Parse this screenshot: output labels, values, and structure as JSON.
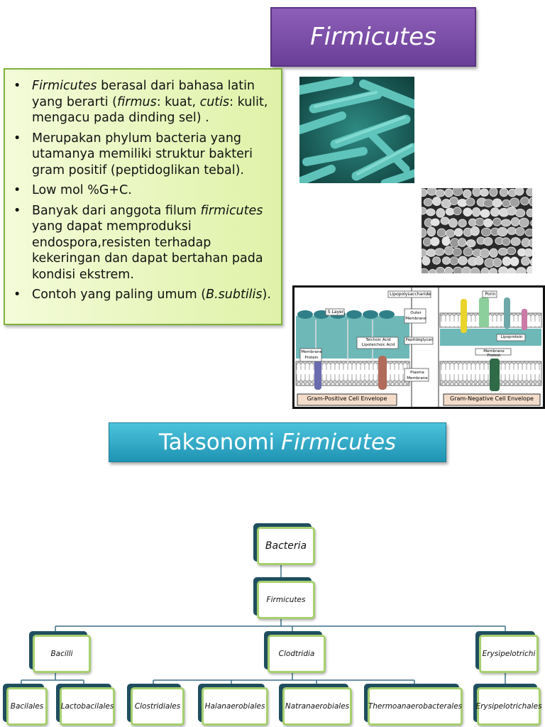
{
  "title": "Firmicutes",
  "bullets": [
    {
      "parts": [
        [
          "Firmicutes",
          true
        ],
        [
          " berasal dari bahasa latin yang berarti (",
          false
        ],
        [
          "firmus",
          true
        ],
        [
          ": kuat, ",
          false
        ],
        [
          "cutis",
          true
        ],
        [
          ": kulit,  mengacu pada dinding sel) .",
          false
        ]
      ]
    },
    {
      "parts": [
        [
          "Merupakan phylum bacteria yang utamanya memiliki struktur bakteri gram positif (peptidoglikan tebal).",
          false
        ]
      ]
    },
    {
      "parts": [
        [
          "Low mol %G+C.",
          false
        ]
      ]
    },
    {
      "parts": [
        [
          "Banyak dari anggota filum ",
          false
        ],
        [
          "firmicutes",
          true
        ],
        [
          " yang dapat memproduksi endospora,resisten terhadap kekeringan dan dapat bertahan pada kondisi ekstrem.",
          false
        ]
      ]
    },
    {
      "parts": [
        [
          "Contoh yang paling umum (",
          false
        ],
        [
          "B.subtilis",
          true
        ],
        [
          ").",
          false
        ]
      ]
    }
  ],
  "diagram": {
    "labels": {
      "lipopolysaccharide": "Lipopolysaccharide",
      "porin": "Porin",
      "s_layer": "S Layer",
      "teichoic": "Teichoic Acid",
      "lipoteichoic": "Lipoteichoic Acid",
      "outer_membrane": "Outer Membrane",
      "peptidoglycan": "Peptidoglycan",
      "lipoprotein": "Lipoprotein",
      "membrane_protein_left": "Membrane Protein",
      "membrane_protein_right": "Membrane Protein",
      "plasma_membrane": "Plasma Membrane",
      "gram_positive": "Gram-Positive Cell Envelope",
      "gram_negative": "Gram-Negative Cell Envelope"
    }
  },
  "taxonomy": {
    "title_plain": "Taksonomi",
    "title_italic": "Firmicutes",
    "root": "Bacteria",
    "phylum": "Firmicutes",
    "classes": [
      "Bacilli",
      "Clodtridia",
      "Erysipelotrichi"
    ],
    "orders": [
      "Bacilales",
      "Lactobacilales",
      "Clostridiales",
      "Halanaerobiales",
      "Natranaerobiales",
      "Thermoanaerobacterales",
      "Erysipelotrichales"
    ]
  }
}
